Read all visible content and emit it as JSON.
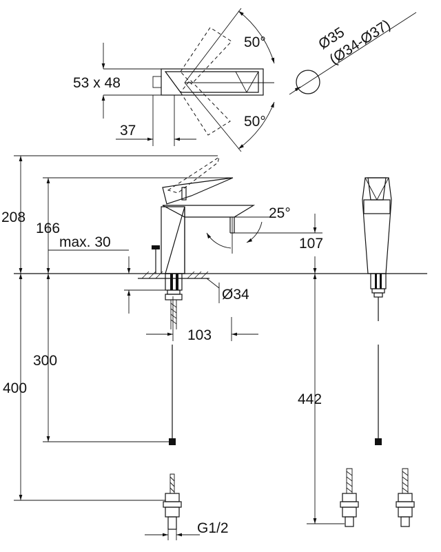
{
  "dimensions": {
    "swivel_top": "50°",
    "swivel_bottom": "50°",
    "diameter_hole": "Ø35",
    "diameter_range": "(Ø34-Ø37)",
    "base_size": "53 x 48",
    "offset_37": "37",
    "height_208": "208",
    "height_166": "166",
    "max_30": "max. 30",
    "angle_25": "25°",
    "height_107": "107",
    "diameter_34": "Ø34",
    "reach_103": "103",
    "depth_300": "300",
    "depth_400": "400",
    "hose_442": "442",
    "thread": "G1/2"
  }
}
